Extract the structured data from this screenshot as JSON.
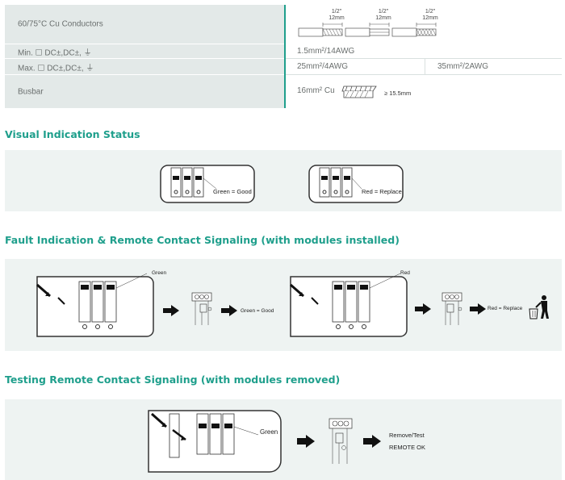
{
  "spec_table": {
    "rows": [
      {
        "label": "60/75°C Cu Conductors",
        "wire_dims": [
          {
            "frac": "1/2\"",
            "mm": "12mm"
          },
          {
            "frac": "1/2\"",
            "mm": "12mm"
          },
          {
            "frac": "1/2\"",
            "mm": "12mm"
          }
        ]
      },
      {
        "label": "Min. ☐ DC±,DC±, ⏚",
        "value": "1.5mm²/14AWG"
      },
      {
        "label": "Max. ☐ DC±,DC±, ⏚",
        "value": "25mm²/4AWG",
        "value2": "35mm²/2AWG"
      },
      {
        "label": "Busbar",
        "value": "16mm² Cu",
        "note": "≥ 15.5mm"
      }
    ]
  },
  "visual_indication": {
    "title": "Visual Indication Status",
    "good_label": "Green = Good",
    "replace_label": "Red = Replace"
  },
  "fault_indication": {
    "title": "Fault Indication & Remote Contact Signaling (with modules installed)",
    "left_callout": "Green",
    "left_result": "Green = Good",
    "right_callout": "Red",
    "right_result": "Red = Replace"
  },
  "testing": {
    "title": "Testing Remote Contact Signaling (with modules removed)",
    "callout": "Green",
    "result_line1": "Remove/Test",
    "result_line2": "REMOTE OK"
  },
  "colors": {
    "accent": "#1f9f8c",
    "panel_bg": "#eef3f2",
    "label_bg": "#e3e9e8"
  }
}
